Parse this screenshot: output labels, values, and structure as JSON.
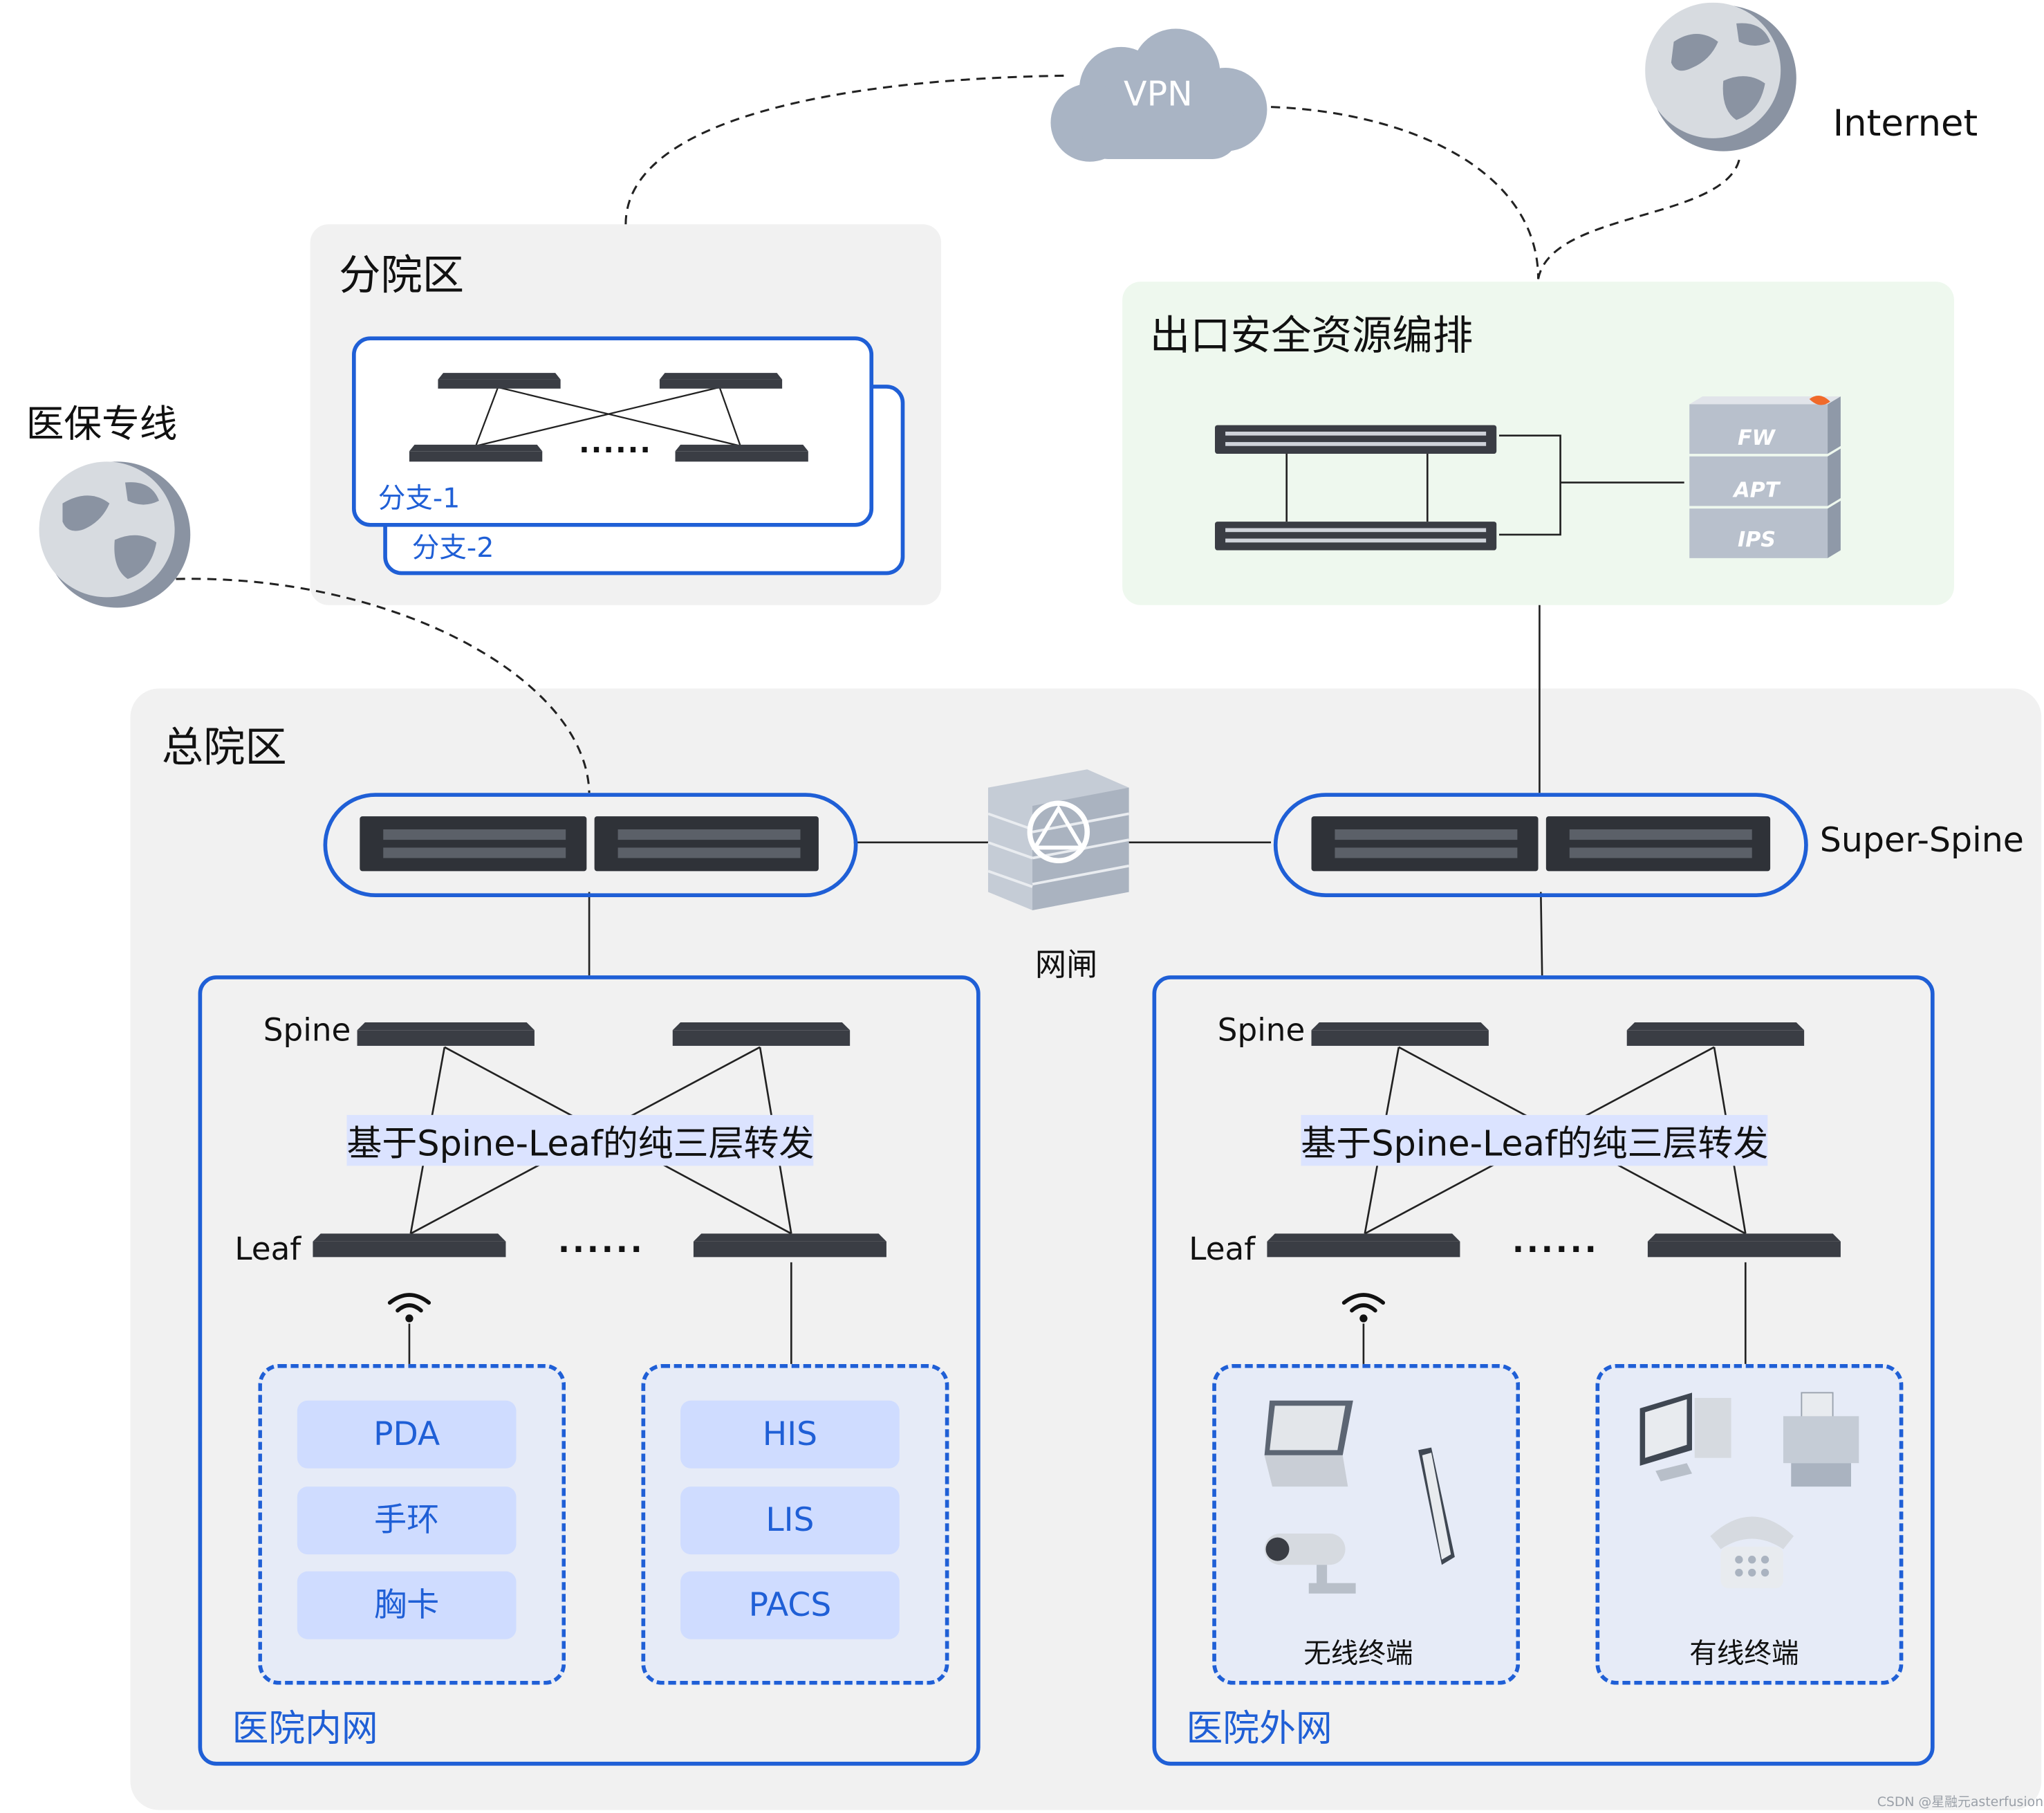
{
  "clouds": {
    "vpn": "VPN",
    "internet": "Internet",
    "medical_insurance": "医保专线"
  },
  "branch_zone": {
    "title": "分院区",
    "branches": [
      "分支-1",
      "分支-2"
    ],
    "ellipsis": "......"
  },
  "egress_zone": {
    "title": "出口安全资源编排",
    "security_stack": [
      "FW",
      "APT",
      "IPS"
    ]
  },
  "hq_zone": {
    "title": "总院区",
    "super_spine_label": "Super-Spine",
    "gateway_label": "网闸"
  },
  "intranet": {
    "title": "医院内网",
    "spine_label": "Spine",
    "leaf_label": "Leaf",
    "fabric_caption": "基于Spine-Leaf的纯三层转发",
    "ellipsis": "......",
    "wireless_apps": [
      "PDA",
      "手环",
      "胸卡"
    ],
    "wired_apps": [
      "HIS",
      "LIS",
      "PACS"
    ]
  },
  "extranet": {
    "title": "医院外网",
    "spine_label": "Spine",
    "leaf_label": "Leaf",
    "fabric_caption": "基于Spine-Leaf的纯三层转发",
    "ellipsis": "......",
    "wireless_terminals_label": "无线终端",
    "wired_terminals_label": "有线终端"
  },
  "watermark": "CSDN @星融元asterfusion",
  "colors": {
    "accent_blue": "#1f5fd6",
    "zone_gray": "#f1f1f1",
    "egress_green": "#eef8ee",
    "app_fill": "#cfdcff"
  }
}
